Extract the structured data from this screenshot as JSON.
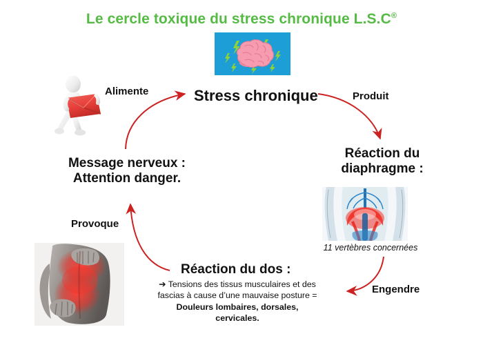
{
  "title": {
    "main": "Le cercle toxique du stress chronique L.S.C",
    "registered_mark": "®",
    "color": "#55bb44"
  },
  "theme": {
    "arrow_color": "#cc2222",
    "text_color": "#111111",
    "title_green": "#55bb44",
    "brain_bg_blue": "#1e9ed6",
    "brain_pink": "#f48fa6",
    "lightning_green": "#8ed13a",
    "pain_red": "#ee2222",
    "envelope_red": "#e8403a"
  },
  "cycle": {
    "nodes": [
      {
        "id": "stress",
        "label": "Stress chronique"
      },
      {
        "id": "diaphragme",
        "label": "Réaction du\ndiaphragme :"
      },
      {
        "id": "dos",
        "label": "Réaction du dos :"
      },
      {
        "id": "message",
        "label": "Message nerveux :\nAttention danger."
      }
    ],
    "connectors": [
      {
        "id": "alimente",
        "label": "Alimente",
        "from": "message",
        "to": "stress"
      },
      {
        "id": "produit",
        "label": "Produit",
        "from": "stress",
        "to": "diaphragme"
      },
      {
        "id": "engendre",
        "label": "Engendre",
        "from": "diaphragme",
        "to": "dos"
      },
      {
        "id": "provoque",
        "label": "Provoque",
        "from": "dos",
        "to": "message"
      }
    ]
  },
  "nodes": {
    "stress": "Stress chronique",
    "diaphragme_line1": "Réaction du",
    "diaphragme_line2": "diaphragme :",
    "message_line1": "Message nerveux :",
    "message_line2": "Attention danger.",
    "dos_heading": "Réaction du dos :"
  },
  "labels": {
    "alimente": "Alimente",
    "produit": "Produit",
    "engendre": "Engendre",
    "provoque": "Provoque"
  },
  "dos_detail": {
    "arrow_glyph": "➔",
    "line1": "Tensions des tissus musculaires et des",
    "line2": "fascias à cause d’une mauvaise posture =",
    "line3": "Douleurs lombaires, dorsales,",
    "line4": "cervicales."
  },
  "captions": {
    "diaphragme": "11 vertèbres concernées"
  },
  "images": {
    "brain": "stressed-brain-icon",
    "diaphragm": "diaphragm-anatomy-image",
    "backpain": "back-pain-photo",
    "mail_carrier": "mail-carrier-figure-icon"
  }
}
